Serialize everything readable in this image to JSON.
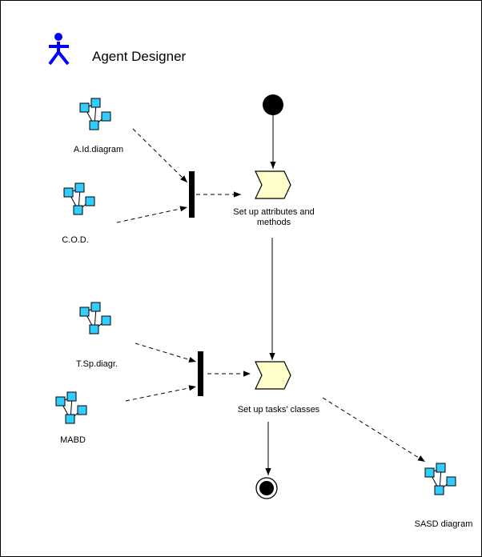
{
  "title": "Agent Designer",
  "colors": {
    "actor": "#0000ff",
    "node_fill": "#33ccff",
    "action_fill": "#ffffcc",
    "line": "#000000"
  },
  "artifacts": {
    "aid_diagram": "A.Id.diagram",
    "cod": "C.O.D.",
    "tsp_diagram": "T.Sp.diagr.",
    "mabd": "MABD",
    "sasd_diagram": "SASD diagram"
  },
  "actions": {
    "setup_attributes": "Set up attributes and methods",
    "setup_tasks": "Set up tasks' classes"
  }
}
